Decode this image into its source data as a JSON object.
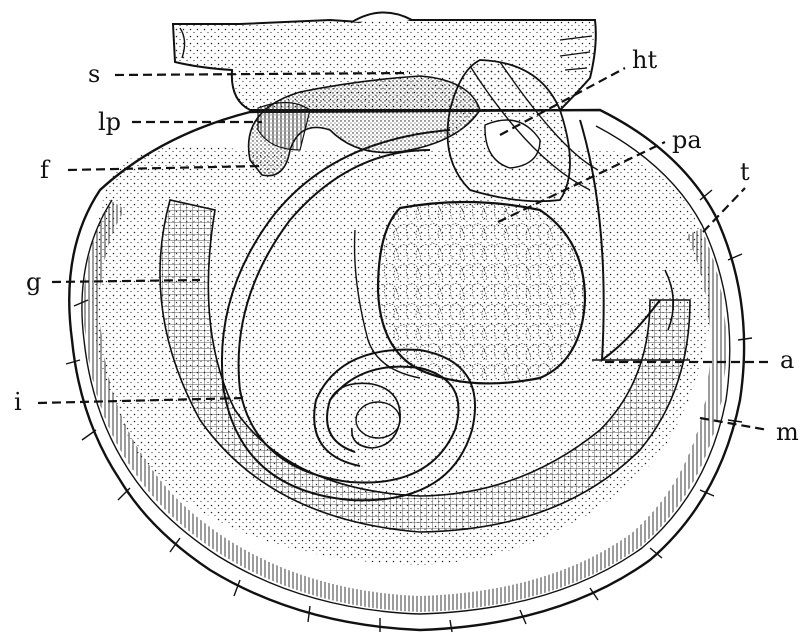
{
  "figure": {
    "labels": {
      "s": "s",
      "lp": "lp",
      "f": "f",
      "g": "g",
      "i": "i",
      "ht": "ht",
      "pa": "pa",
      "t": "t",
      "a": "a",
      "m": "m"
    }
  },
  "colors": {
    "ink": "#111111",
    "paper": "#ffffff"
  }
}
